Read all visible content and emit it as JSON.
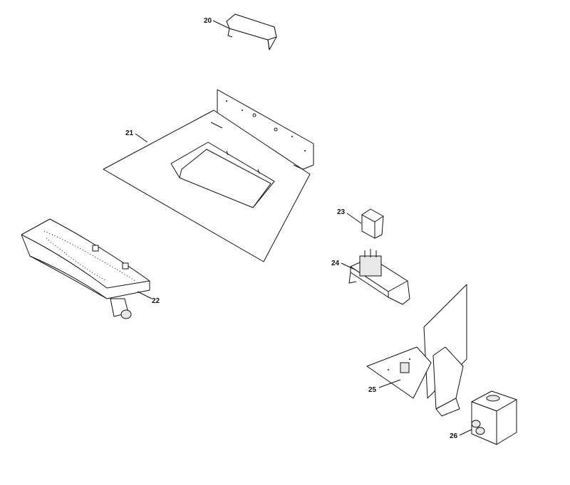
{
  "diagram": {
    "parts": [
      {
        "id": "20",
        "label": "20"
      },
      {
        "id": "21",
        "label": "21"
      },
      {
        "id": "22",
        "label": "22"
      },
      {
        "id": "23",
        "label": "23"
      },
      {
        "id": "24",
        "label": "24"
      },
      {
        "id": "25",
        "label": "25"
      },
      {
        "id": "26",
        "label": "26"
      }
    ]
  }
}
